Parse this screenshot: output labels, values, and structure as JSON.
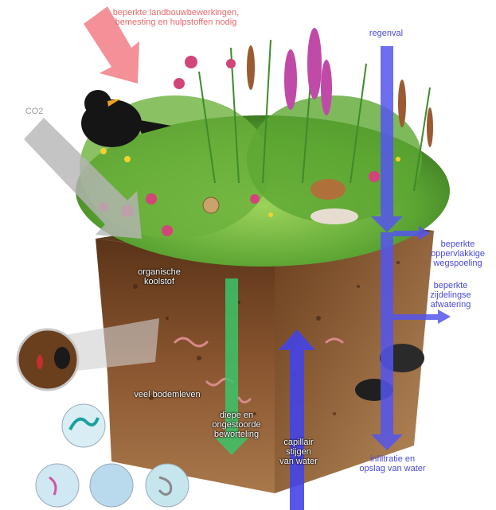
{
  "labels": {
    "inputs_line1": "beperkte landbouwbewerkingen,",
    "inputs_line2": "bemesting en hulpstoffen nodig",
    "co2": "CO2",
    "rain": "regenval",
    "runoff_line1": "beperkte",
    "runoff_line2": "oppervlakkige",
    "runoff_line3": "wegspoeling",
    "drainage_line1": "beperkte",
    "drainage_line2": "zijdelingse",
    "drainage_line3": "afwatering",
    "organic_line1": "organische",
    "organic_line2": "koolstof",
    "life": "veel bodemleven",
    "roots_line1": "diepe en",
    "roots_line2": "ongestoorde",
    "roots_line3": "beworteling",
    "capillary_line1": "capillair",
    "capillary_line2": "stijgen",
    "capillary_line3": "van water",
    "infiltration_line1": "infiltratie en",
    "infiltration_line2": "opslag van water"
  },
  "colors": {
    "inputs_arrow": "#f27e86",
    "co2_arrow": "#b5b5b5",
    "water_arrow": "#5555ee",
    "roots_arrow": "#3cc46a",
    "soil": "#7a4a28",
    "vegetation": "#4f9a2e"
  }
}
